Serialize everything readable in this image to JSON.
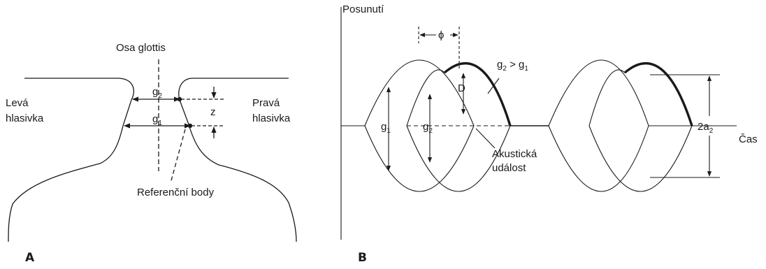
{
  "panel_a": {
    "label": "A",
    "axis_label": "Osa glottis",
    "left_fold_line1": "Levá",
    "left_fold_line2": "hlasivka",
    "right_fold_line1": "Pravá",
    "right_fold_line2": "hlasivka",
    "g2": "g",
    "g2_sub": "2",
    "g1": "g",
    "g1_sub": "1",
    "z": "z",
    "reference_points": "Referenční body"
  },
  "panel_b": {
    "label": "B",
    "y_axis": "Posunutí",
    "x_axis": "Čas",
    "phi": "ϕ",
    "condition": "g",
    "condition_sub1": "2",
    "condition_mid": " > g",
    "condition_sub2": "1",
    "d": "D",
    "g1": "g",
    "g1_sub": "1",
    "g2": "g",
    "g2_sub": "2",
    "amplitude": "2a",
    "amplitude_sub": "2",
    "acoustic_line1": "Akustická",
    "acoustic_line2": "událost"
  },
  "colors": {
    "ink": "#1a1a1a",
    "background": "#ffffff"
  }
}
